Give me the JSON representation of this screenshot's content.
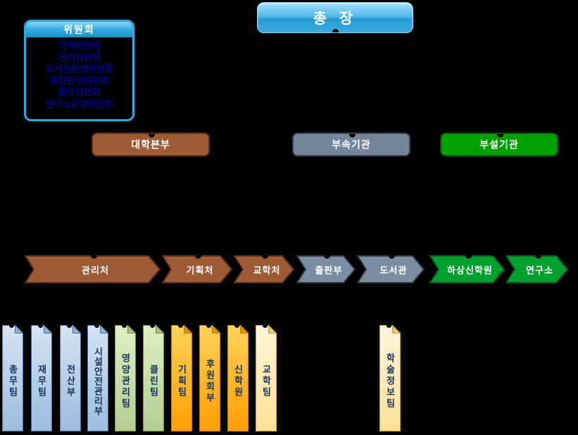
{
  "president": {
    "label": "총 장"
  },
  "committees": {
    "title": "위원회",
    "items": [
      "기획위원회",
      "관리위원회",
      "도서관운영위원회",
      "통합양성위원회",
      "출판위원회",
      "연구소운영위원회"
    ]
  },
  "divisions": [
    {
      "label": "대학본부"
    },
    {
      "label": "부속기관"
    },
    {
      "label": "부설기관"
    }
  ],
  "offices": [
    {
      "label": "관리처"
    },
    {
      "label": "기획처"
    },
    {
      "label": "교학처"
    },
    {
      "label": "출판부"
    },
    {
      "label": "도서관"
    },
    {
      "label": "하상신학원"
    },
    {
      "label": "연구소"
    }
  ],
  "teams": [
    {
      "label": "총무팀"
    },
    {
      "label": "재무팀"
    },
    {
      "label": "전산부"
    },
    {
      "label": "시설안전관리부"
    },
    {
      "label": "영양관리팀"
    },
    {
      "label": "클린팀"
    },
    {
      "label": "기획팀"
    },
    {
      "label": "후원회부"
    },
    {
      "label": "신학원"
    },
    {
      "label": "교학팀"
    },
    {
      "label": "학술정보팀"
    }
  ],
  "colors": {
    "background": "#000000",
    "president_blue": "#3FA9E0",
    "committee_border_blue": "#2FA8E1",
    "committee_text_navy": "#00008B",
    "division_brown": "#9E5B36",
    "division_slate": "#75859B",
    "division_green": "#00A000",
    "arrow_green": "#00A02E",
    "tab_blue": "#AFC8E8",
    "tab_green": "#C2D6A0",
    "tab_orange": "#FFAE00",
    "tab_cream": "#FFE9A8",
    "tab_text_navy": "#17365D"
  }
}
